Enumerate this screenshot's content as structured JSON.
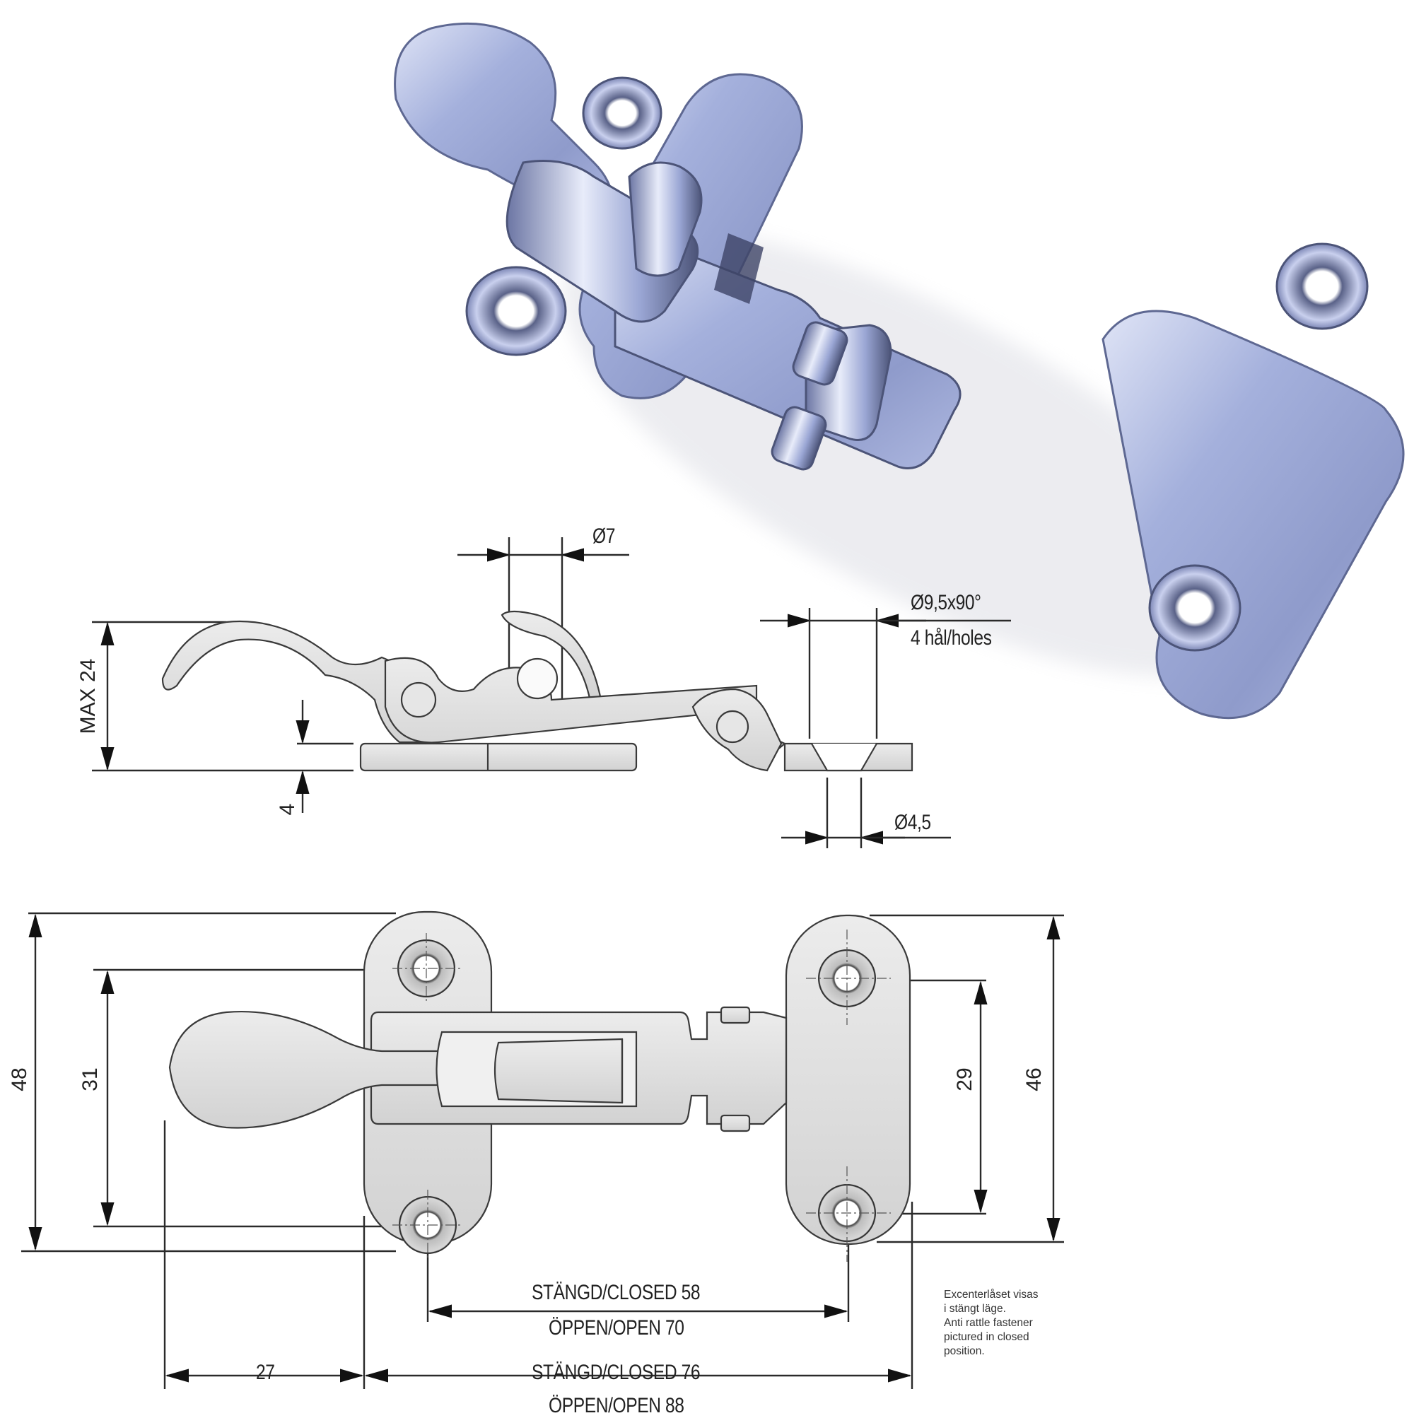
{
  "product": {
    "name": "Anti rattle fastener",
    "photo_color": "#a4b0dc",
    "photo_highlight": "#dfe4f6",
    "photo_shadow": "#4c5478"
  },
  "side_view": {
    "hole_diameter_label": "Ø7",
    "countersink_label": "Ø9,5x90°",
    "holes_count_label": "4 hål/holes",
    "screw_hole_label": "Ø4,5",
    "max_height_label": "MAX 24",
    "base_thickness_label": "4"
  },
  "top_view": {
    "overall_height_label": "48",
    "left_hole_spacing_label": "31",
    "right_hole_spacing_label": "29",
    "right_plate_height_label": "46",
    "handle_offset_label": "27",
    "hole_center_closed_label": "STÄNGD/CLOSED 58",
    "hole_center_open_label": "ÖPPEN/OPEN 70",
    "overall_closed_label": "STÄNGD/CLOSED 76",
    "overall_open_label": "ÖPPEN/OPEN 88"
  },
  "note": {
    "swedish": "Excenterlåset visas\ni stängt läge.",
    "english": "Anti rattle fastener\npictured in closed\nposition."
  },
  "drawing_colors": {
    "line": "#2a2a2a",
    "fill": "#e2e2e2",
    "fill_dark": "#c4c4c4"
  }
}
